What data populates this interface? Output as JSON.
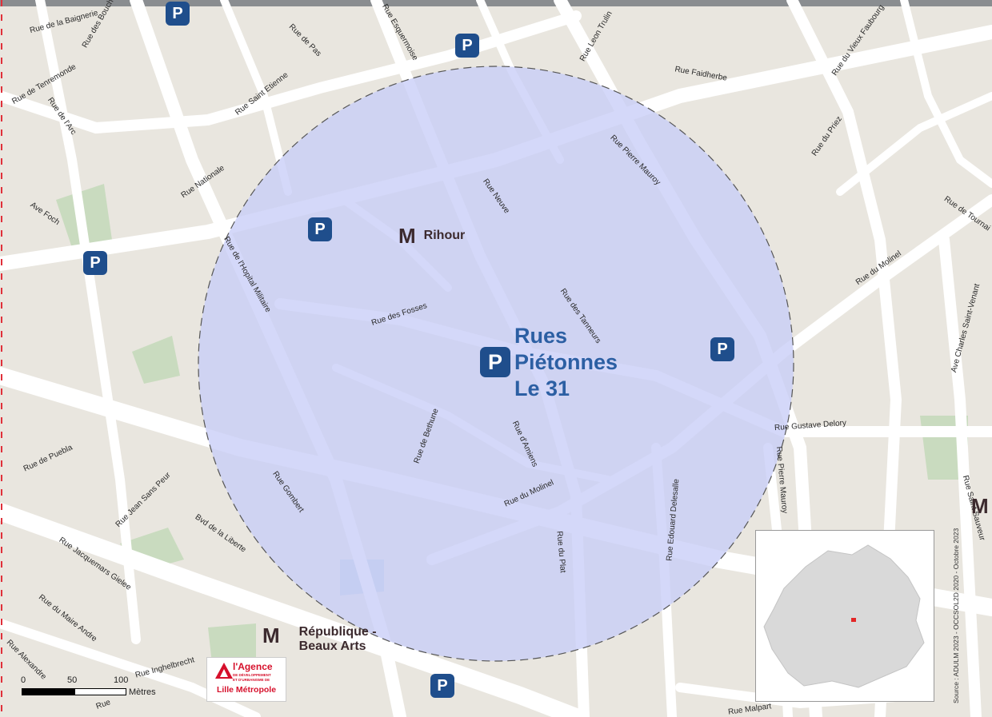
{
  "streets": [
    "Rue de la Baignerie",
    "Rue des Bouchers",
    "Rue de Tenremonde",
    "Rue de l'Arc",
    "Rue de Pas",
    "Rue Esquermoise",
    "Rue Leon Trulin",
    "Rue du Vieux Faubourg",
    "Rue Faidherbe",
    "Rue Saint Etienne",
    "Rue Nationale",
    "Ave Foch",
    "Rue du Priez",
    "Rue de Tournai",
    "Rue Neuve",
    "Rue Pierre Mauroy",
    "Rue de l'Hopital Militaire",
    "Rue des Fosses",
    "Rue des Tanneurs",
    "Rue du Molinel",
    "Ave Charles Saint-Venant",
    "Rue Gustave Delory",
    "Rue de Bethune",
    "Rue d'Amiens",
    "Rue de Puebla",
    "Rue Jean Sans Peur",
    "Bvd de la Liberte",
    "Rue Gombert",
    "Rue du Molinel",
    "Rue du Plat",
    "Rue Edouard Delesalle",
    "Rue Pierre Mauroy",
    "Rue Saint Sauveur",
    "Rue Jacquemars Gielee",
    "Rue du Maire Andre",
    "Rue Alexandre",
    "Rue Malpart",
    "Rue",
    "Rue Inghelbrecht"
  ],
  "metro_stations": [
    {
      "name": "Rihour"
    },
    {
      "name": "République - Beaux Arts"
    }
  ],
  "zone": {
    "label": "Rues Piétonnes Le 31",
    "line1": "Rues",
    "line2": "Piétonnes",
    "line3": "Le 31",
    "fill_color": "#c8cdf7",
    "label_color": "#2c5fa3"
  },
  "parking_icon_text": "P",
  "parking_color": "#1f4e8c",
  "metro_icon": "M",
  "scale": {
    "ticks": [
      "0",
      "50",
      "100"
    ],
    "unit": "Mètres"
  },
  "logo": {
    "line1": "l'Agence",
    "line2": "DE DÉVELOPPEMENT",
    "line3": "ET D'URBANISME DE",
    "line4": "Lille Métropole"
  },
  "source": "Source : ADULM 2023 - OCCSOL2D 2020 - Octobre 2023"
}
